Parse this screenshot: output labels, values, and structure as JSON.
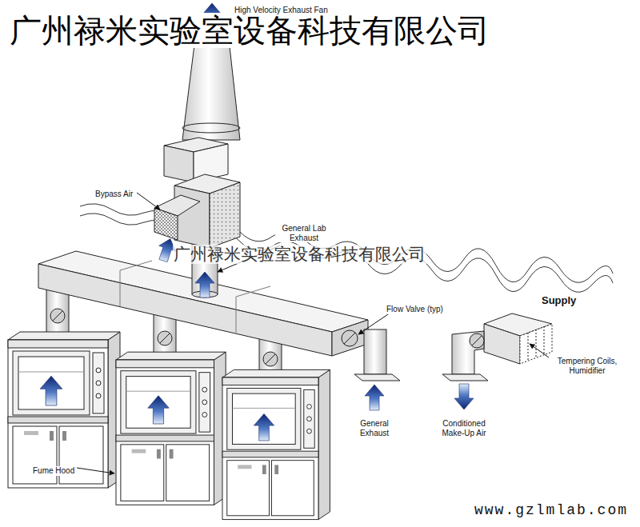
{
  "diagram": {
    "title": "广州禄米实验室设备科技有限公司",
    "labels": [
      "High Velocity Exhaust Fan",
      "Bypass Air",
      "General Lab Exhaust",
      "广州禄米实验室设备科技有限公司",
      "Flow Valve (typ)",
      "Supply",
      "Tempering Coils, Humidifier",
      "General Exhaust",
      "Conditioned Make-Up Air",
      "Fume Hood",
      "www.gzlmlab.com"
    ]
  }
}
